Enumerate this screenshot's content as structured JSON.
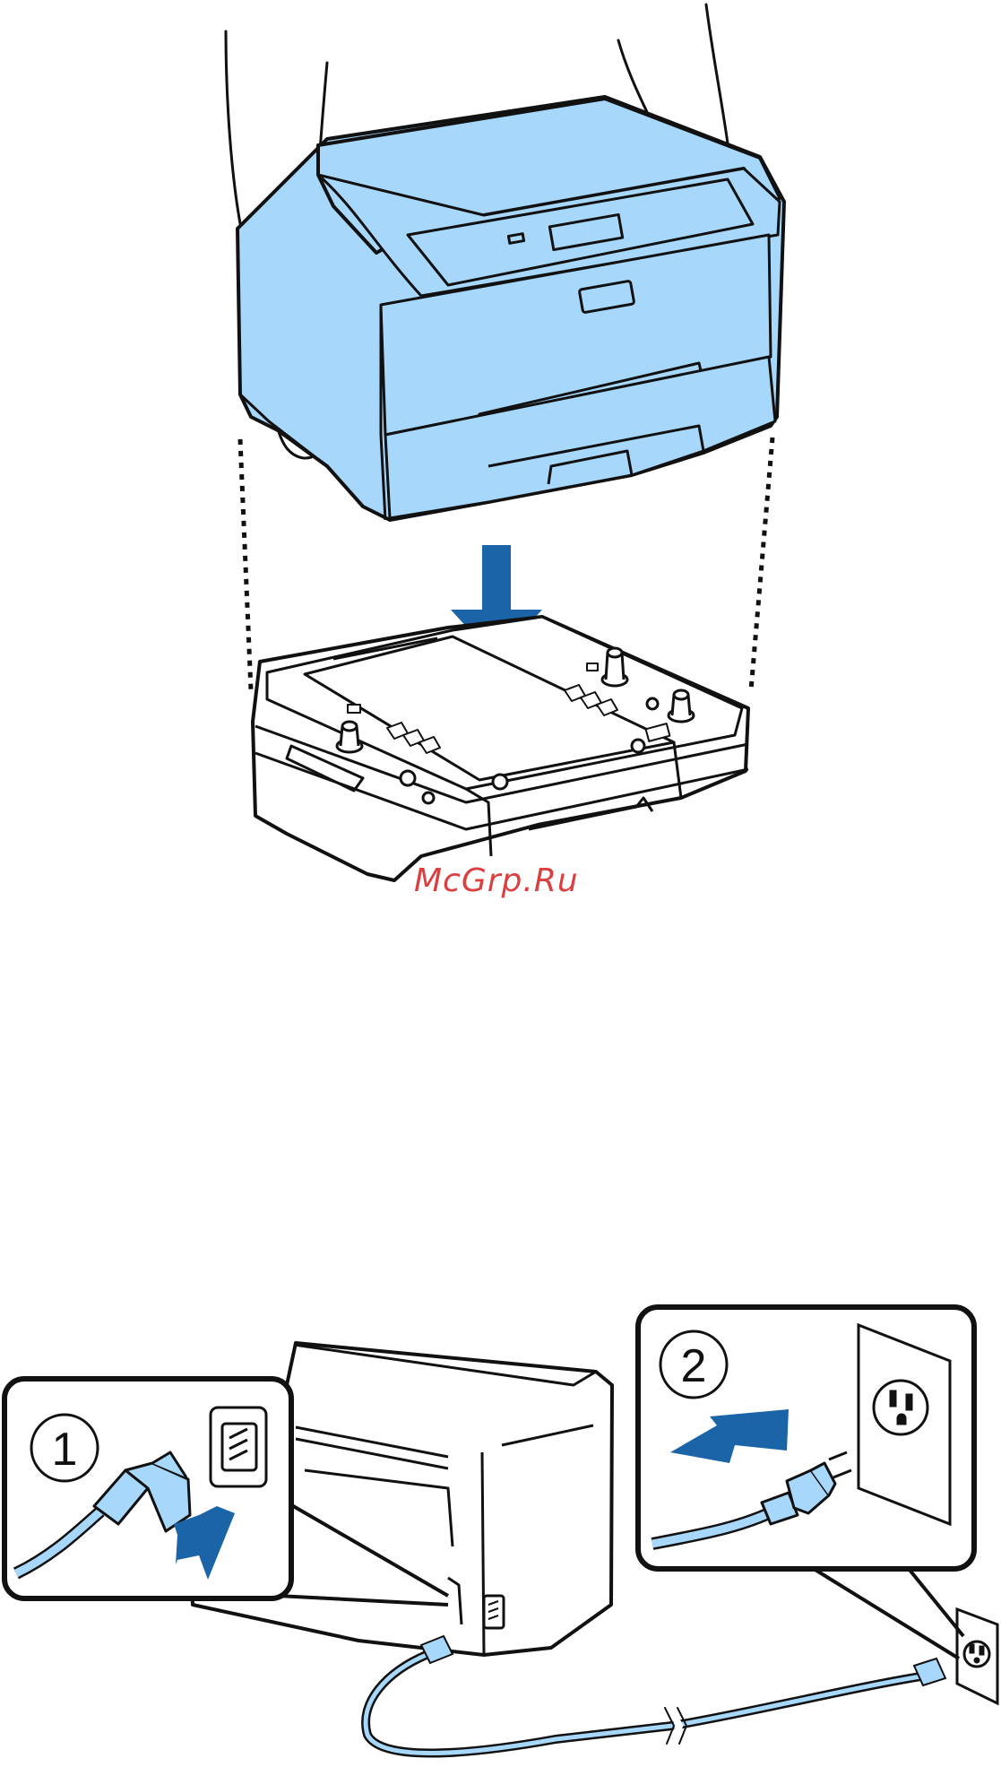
{
  "watermark": {
    "text": "McGrp.Ru"
  },
  "steps": [
    {
      "number": "1"
    },
    {
      "number": "2"
    }
  ],
  "colors": {
    "printer_fill": "#a7d7fb",
    "cable_fill": "#a7d7fb",
    "arrow_blue": "#1b64a8",
    "outline": "#111111",
    "watermark": "#d92b2b"
  },
  "icons": [
    "down-arrow-icon",
    "right-arrow-icon",
    "power-socket-icon",
    "wall-outlet-icon"
  ]
}
